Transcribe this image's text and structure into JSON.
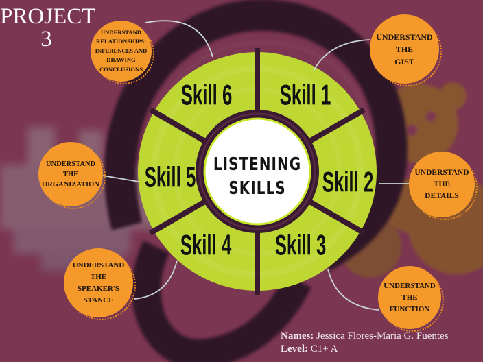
{
  "title": {
    "line1": "PROJECT",
    "line2": "3"
  },
  "center": {
    "line1": "LISTENING",
    "line2": "SKILLS"
  },
  "skills": [
    {
      "label": "Skill 1",
      "bubble": [
        "UNDERSTAND",
        "THE",
        "GIST"
      ]
    },
    {
      "label": "Skill 2",
      "bubble": [
        "UNDERSTAND",
        "THE",
        "DETAILS"
      ]
    },
    {
      "label": "Skill 3",
      "bubble": [
        "UNDERSTAND",
        "THE",
        "FUNCTION"
      ]
    },
    {
      "label": "Skill 4",
      "bubble": [
        "UNDERSTAND",
        "THE",
        "SPEAKER'S",
        "STANCE"
      ]
    },
    {
      "label": "Skill 5",
      "bubble": [
        "UNDERSTAND",
        "THE",
        "ORGANIZATION"
      ]
    },
    {
      "label": "Skill 6",
      "bubble": [
        "UNDERSTAND",
        "RELATIONSHIPS:",
        "INFERENCES AND",
        "DRAWING",
        "CONCLUSIONS"
      ]
    }
  ],
  "footer": {
    "names_label": "Names:",
    "names_value": "Jessica Flores-Maria G. Fuentes",
    "level_label": "Level:",
    "level_value": "C1+ A"
  },
  "colors": {
    "background": "#7b3651",
    "wheel": "#bfd733",
    "bubble": "#f5992b",
    "dark": "#3a1a30",
    "center": "#ffffff"
  }
}
